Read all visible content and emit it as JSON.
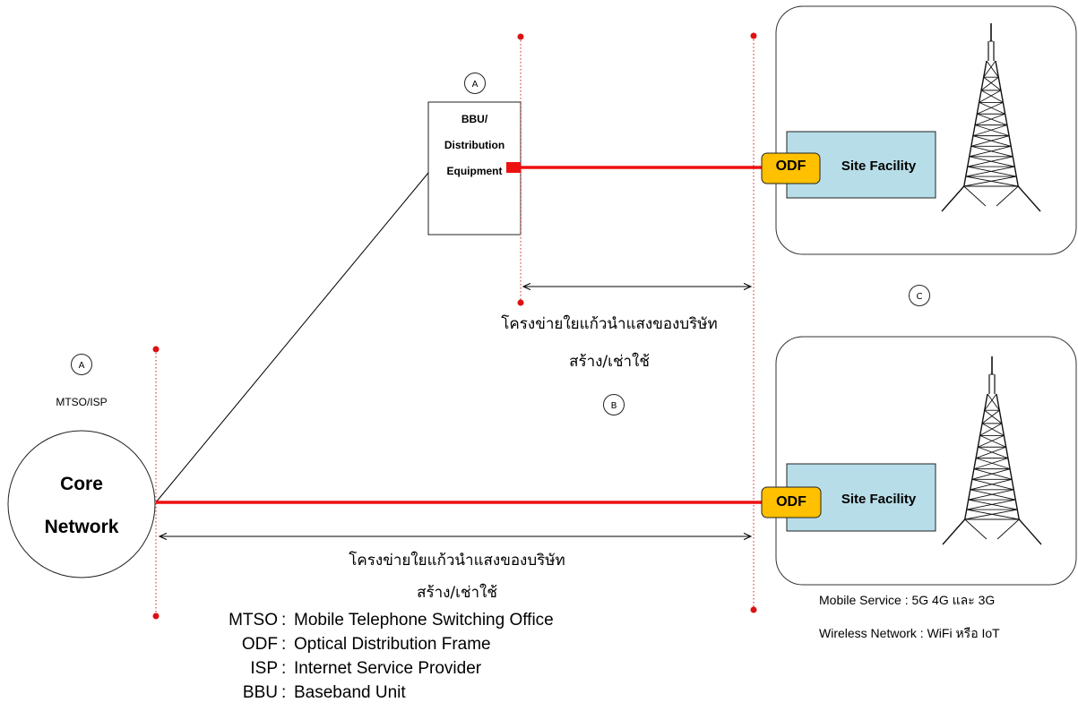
{
  "core": {
    "label_line1": "Core",
    "label_line2": "Network",
    "location_label": "MTSO/ISP",
    "badge": "A"
  },
  "bbu": {
    "label_line1": "BBU/",
    "label_line2": "Distribution",
    "label_line3": "Equipment",
    "badge": "A"
  },
  "sites": [
    {
      "odf_label": "ODF",
      "facility_label": "Site Facility"
    },
    {
      "odf_label": "ODF",
      "facility_label": "Site Facility"
    }
  ],
  "fiber_upper": {
    "line1": "โครงข่ายใยแก้วนำแสงของบริษัท",
    "line2": "สร้าง/เช่าใช้",
    "badge": "B"
  },
  "fiber_lower": {
    "line1": "โครงข่ายใยแก้วนำแสงของบริษัท",
    "line2": "สร้าง/เช่าใช้"
  },
  "site_badge": "C",
  "services": {
    "mobile": "Mobile Service : 5G 4G และ 3G",
    "wireless": "Wireless Network : WiFi หรือ IoT"
  },
  "legend": [
    {
      "abbr": "MTSO",
      "sep": ":",
      "desc": "Mobile Telephone Switching Office"
    },
    {
      "abbr": "ODF",
      "sep": ":",
      "desc": "Optical Distribution Frame"
    },
    {
      "abbr": "ISP",
      "sep": ":",
      "desc": "Internet Service Provider"
    },
    {
      "abbr": "BBU",
      "sep": ":",
      "desc": "Baseband Unit"
    }
  ],
  "colors": {
    "fiber": "#ee1111",
    "marker": "#dd1111",
    "odf_fill": "#ffc000",
    "facility_fill": "#b7dde8"
  }
}
